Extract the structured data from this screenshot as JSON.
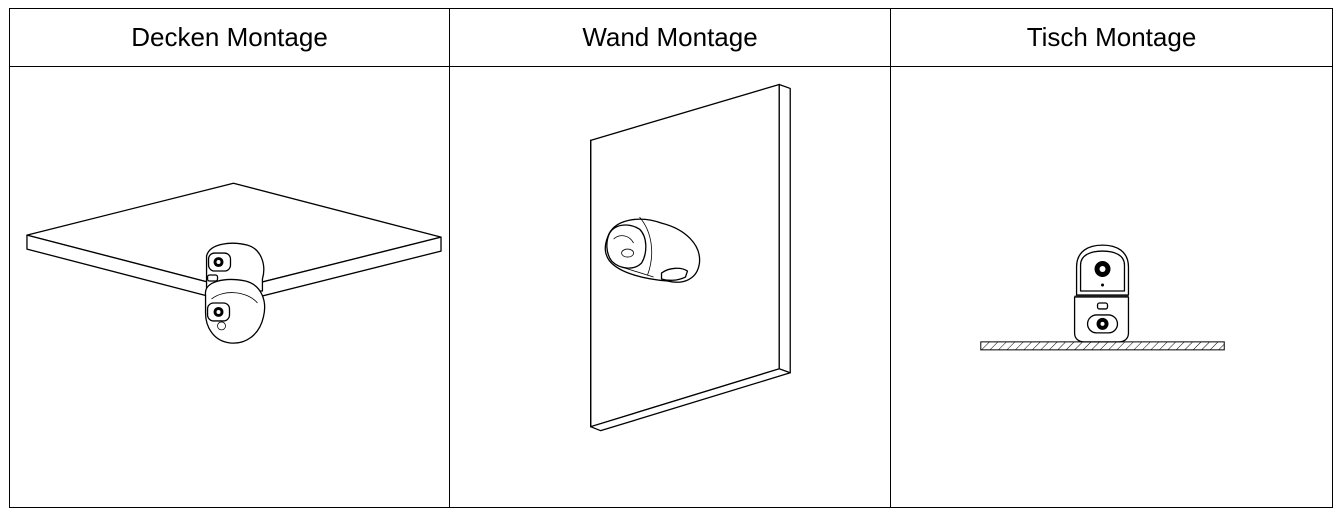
{
  "headers": [
    "Decken Montage",
    "Wand Montage",
    "Tisch Montage"
  ],
  "illustrations": {
    "ceiling": "ceiling-mounted-camera",
    "wall": "wall-mounted-camera",
    "desk": "desk-mounted-camera"
  }
}
